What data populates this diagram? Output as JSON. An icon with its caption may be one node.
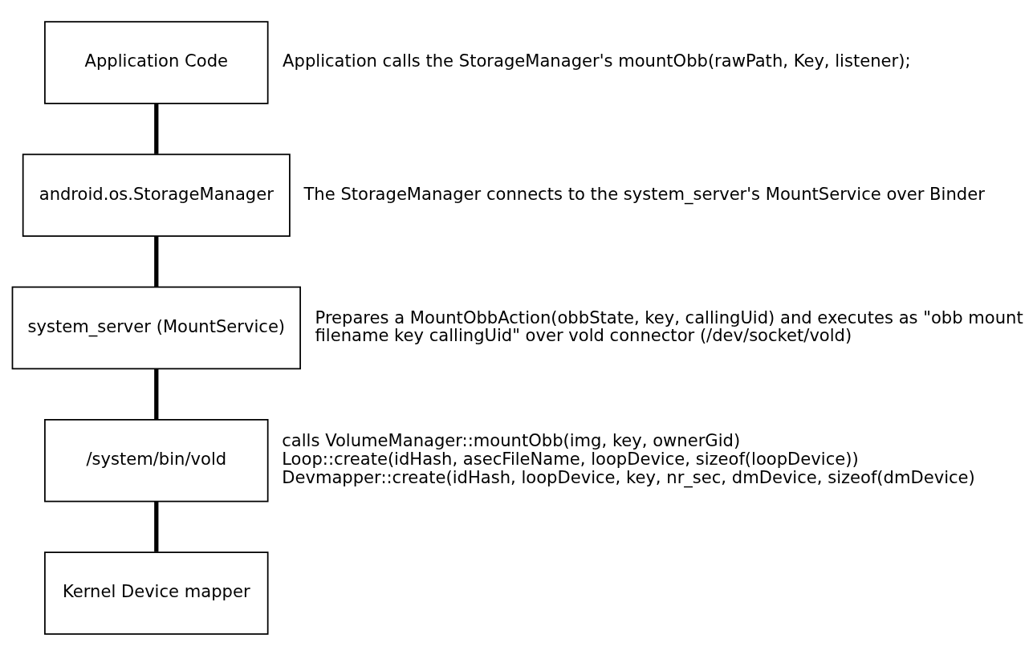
{
  "diagram": {
    "nodes": [
      {
        "text": [
          "Application Code"
        ],
        "beside": [
          "Application calls the StorageManager's mountObb(rawPath, Key, listener);"
        ]
      },
      {
        "text": [
          "android.os.StorageManager"
        ],
        "beside": [
          "The StorageManager connects to the system_server's MountService over Binder"
        ]
      },
      {
        "text": [
          "system_server (MountService)"
        ],
        "beside": [
          "Prepares a MountObbAction(obbState, key, callingUid) and executes as \"obb mount filename key callingUid\" over vold connector (/dev/socket/vold)"
        ]
      },
      {
        "text": [
          "/system/bin/vold"
        ],
        "beside": [
          "calls VolumeManager::mountObb(img, key, ownerGid)",
          "Loop::create(idHash, asecFileName, loopDevice, sizeof(loopDevice))",
          "Devmapper::create(idHash, loopDevice, key, nr_sec, dmDevice, sizeof(dmDevice)"
        ]
      },
      {
        "text": [
          "Kernel Device mapper"
        ]
      }
    ],
    "edges": [
      {
        "from": 0,
        "to": 1,
        "arrow": "none"
      },
      {
        "from": 1,
        "to": 2,
        "arrow": "none"
      },
      {
        "from": 2,
        "to": 3,
        "arrow": "none"
      },
      {
        "from": 3,
        "to": 4,
        "arrow": "none"
      }
    ]
  }
}
